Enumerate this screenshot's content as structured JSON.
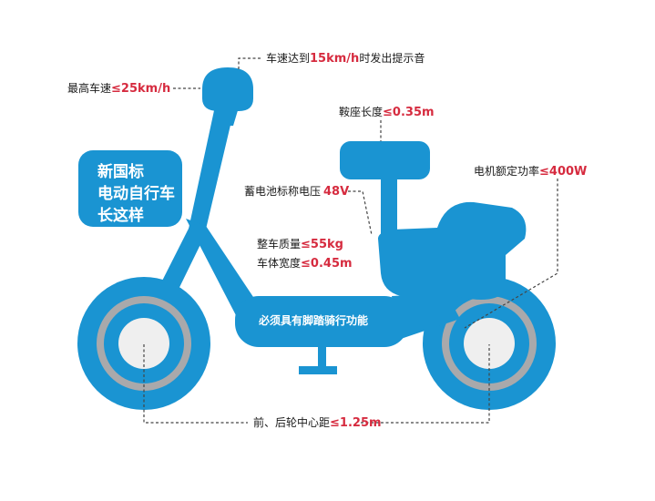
{
  "title_badge": {
    "line1": "新国标",
    "line2": "电动自行车",
    "line3": "长这样"
  },
  "frame_text": "必须具有脚踏骑行功能",
  "specs": {
    "speed_alert": {
      "label": "车速达到",
      "value": "15km/h",
      "suffix": "时发出提示音"
    },
    "max_speed": {
      "label": "最高车速",
      "value": "≤25km/h"
    },
    "seat_length": {
      "label": "鞍座长度",
      "value": "≤0.35m"
    },
    "motor_power": {
      "label": "电机额定功率",
      "value": "≤400W"
    },
    "battery_voltage": {
      "label": "蓄电池标称电压",
      "value": "48V"
    },
    "vehicle_mass": {
      "label": "整车质量",
      "value": "≤55kg"
    },
    "body_width": {
      "label": "车体宽度",
      "value": "≤0.45m"
    },
    "wheelbase": {
      "label": "前、后轮中心距",
      "value": "≤1.25m"
    }
  },
  "colors": {
    "bike_blue": "#1a94d2",
    "tire_gray": "#a9a9ab",
    "hub_white": "#efefef",
    "value_red": "#d62b3f",
    "leader": "#444444"
  }
}
